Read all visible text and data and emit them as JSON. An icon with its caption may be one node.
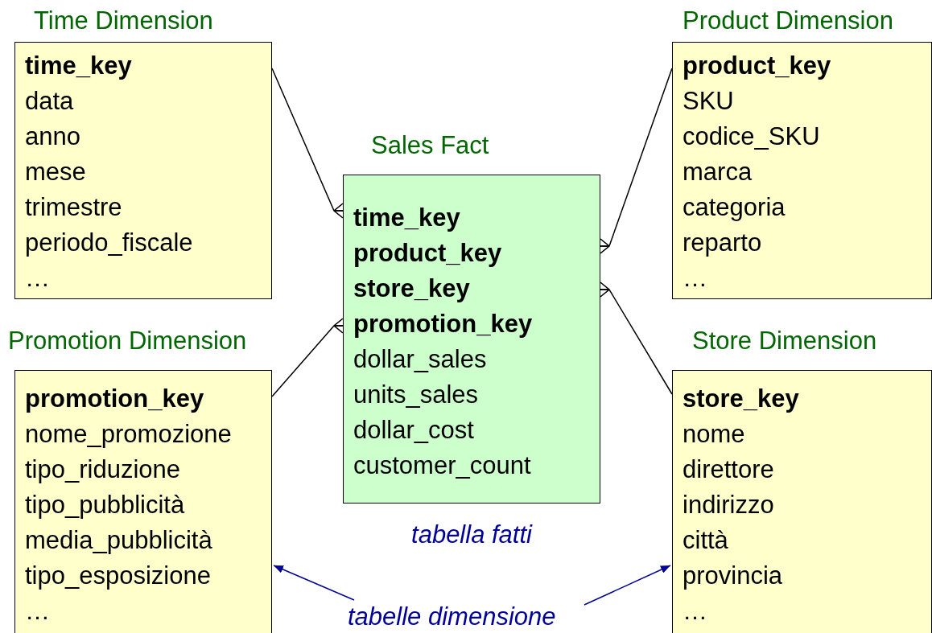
{
  "diagram": {
    "nodes": [
      {
        "text": [
          "Time Dimension",
          "time_key",
          "data",
          "anno",
          "mese",
          "trimestre",
          "periodo_fiscale",
          "…"
        ]
      },
      {
        "text": [
          "Product Dimension",
          "product_key",
          "SKU",
          "codice_SKU",
          "marca",
          "categoria",
          "reparto",
          "…"
        ]
      },
      {
        "text": [
          "Sales Fact",
          "time_key",
          "product_key",
          "store_key",
          "promotion_key",
          "dollar_sales",
          "units_sales",
          "dollar_cost",
          "customer_count"
        ],
        "beside": [
          "tabella fatti"
        ]
      },
      {
        "text": [
          "Promotion Dimension",
          "promotion_key",
          "nome_promozione",
          "tipo_riduzione",
          "tipo_pubblicità",
          "media_pubblicità",
          "tipo_esposizione",
          "…"
        ]
      },
      {
        "text": [
          "Store Dimension",
          "store_key",
          "nome",
          "direttore",
          "indirizzo",
          "città",
          "provincia",
          "…"
        ]
      },
      {
        "text": [
          "tabelle dimensione"
        ]
      }
    ],
    "edges": [
      {
        "from": 0,
        "to": 2,
        "arrow": "other"
      },
      {
        "from": 1,
        "to": 2,
        "arrow": "other"
      },
      {
        "from": 3,
        "to": 2,
        "arrow": "other"
      },
      {
        "from": 4,
        "to": 2,
        "arrow": "other"
      },
      {
        "from": 5,
        "to": 3,
        "arrow": "to",
        "color": "#000099"
      },
      {
        "from": 5,
        "to": 4,
        "arrow": "to",
        "color": "#000099"
      }
    ]
  }
}
